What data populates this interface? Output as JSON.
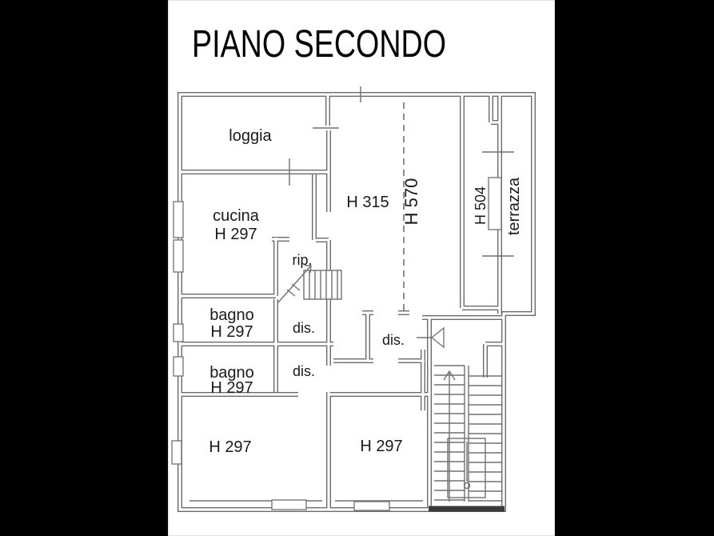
{
  "title": "PIANO SECONDO",
  "colors": {
    "matte": "#000000",
    "paper": "#ffffff",
    "wall": "#6a6a6a",
    "thin": "#707070",
    "text": "#1a1a1a",
    "title": "#000000",
    "dark_wall": "#3a3a3a",
    "edge": "#e0e0e0"
  },
  "plan": {
    "rooms": {
      "loggia": {
        "label": "loggia"
      },
      "cucina": {
        "label": "cucina",
        "height": "H 297"
      },
      "rip": {
        "label": "rip."
      },
      "h315": {
        "label": "H 315"
      },
      "h570": {
        "label": "H 570"
      },
      "h504": {
        "label": "H 504"
      },
      "terrazza": {
        "label": "terrazza"
      },
      "bagno_1": {
        "label": "bagno",
        "height": "H 297"
      },
      "dis_1": {
        "label": "dis."
      },
      "bagno_2": {
        "label": "bagno",
        "height": "H 297"
      },
      "dis_2": {
        "label": "dis."
      },
      "dis_3": {
        "label": "dis."
      },
      "camera_1": {
        "label": "H 297"
      },
      "camera_2": {
        "label": "H 297"
      }
    }
  }
}
